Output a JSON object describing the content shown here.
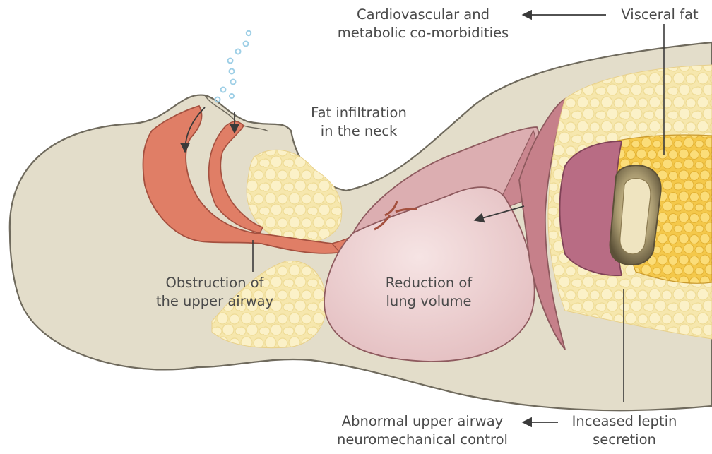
{
  "labels": {
    "cardio": {
      "line1": "Cardiovascular and",
      "line2": "metabolic co-morbidities"
    },
    "visceral_fat": "Visceral fat",
    "fat_neck": {
      "line1": "Fat infiltration",
      "line2": "in the neck"
    },
    "obstruction": {
      "line1": "Obstruction of",
      "line2": "the upper airway"
    },
    "lung": {
      "line1": "Reduction of",
      "line2": "lung volume"
    },
    "neuro": {
      "line1": "Abnormal upper airway",
      "line2": "neuromechanical control"
    },
    "leptin": {
      "line1": "Inceased leptin",
      "line2": "secretion"
    }
  },
  "colors": {
    "body": "#e3ddca",
    "body_outline": "#6f6a5d",
    "airway": "#e07e66",
    "airway_outline": "#a4503f",
    "fat": "#f6e7ad",
    "visceral_fat": "#f6cf58",
    "lung": "#efd3d4",
    "lung_outline": "#8e5a5e",
    "muscle": "#c6808a",
    "bubble": "#9ecfe6",
    "text": "#4a4a4a"
  }
}
